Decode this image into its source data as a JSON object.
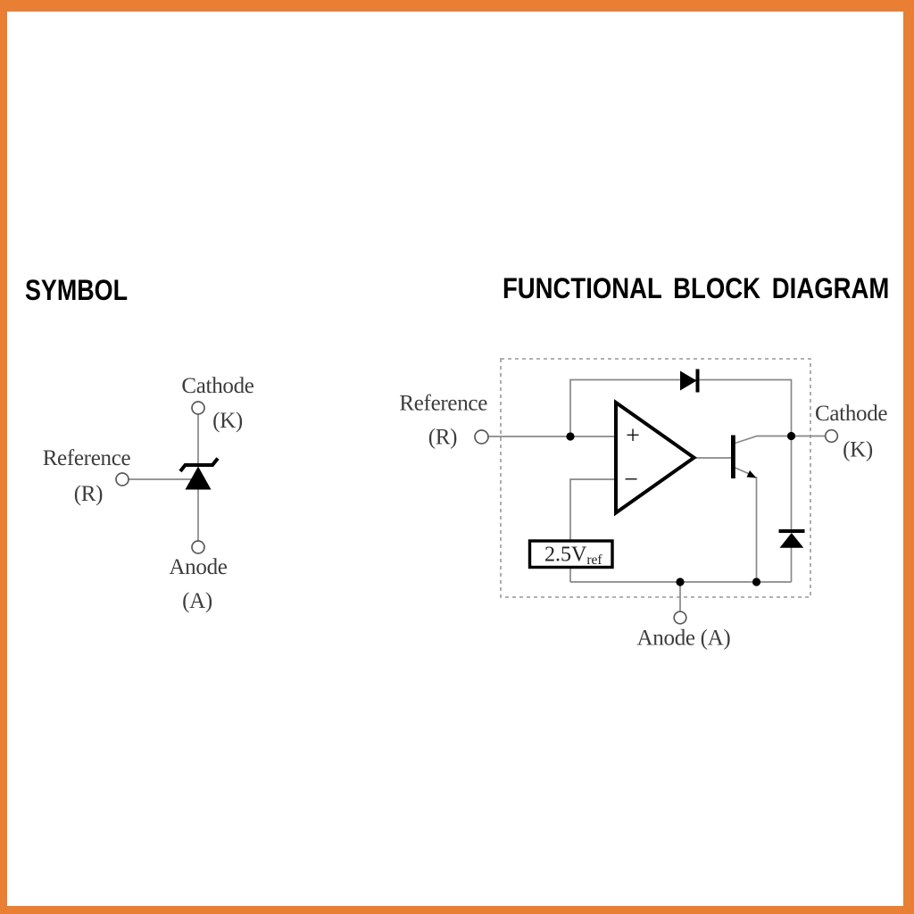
{
  "colors": {
    "frame": "#e87f33",
    "background": "#ffffff",
    "wire": "#888888",
    "component": "#000000",
    "label_text": "#3c3c3c",
    "heading_text": "#000000",
    "terminal_stroke": "#5a5a5a",
    "dashed_border": "#999999"
  },
  "symbol_section": {
    "heading": "SYMBOL",
    "pins": {
      "cathode_label": "Cathode",
      "cathode_abbr": "(K)",
      "reference_label": "Reference",
      "reference_abbr": "(R)",
      "anode_label": "Anode",
      "anode_abbr": "(A)"
    }
  },
  "block_diagram_section": {
    "heading": "FUNCTIONAL BLOCK DIAGRAM",
    "pins": {
      "reference_label": "Reference",
      "reference_abbr": "(R)",
      "cathode_label": "Cathode",
      "cathode_abbr": "(K)",
      "anode_label": "Anode (A)"
    },
    "opamp": {
      "plus": "+",
      "minus": "−"
    },
    "vref": {
      "value": "2.5V",
      "subscript": "ref"
    }
  }
}
